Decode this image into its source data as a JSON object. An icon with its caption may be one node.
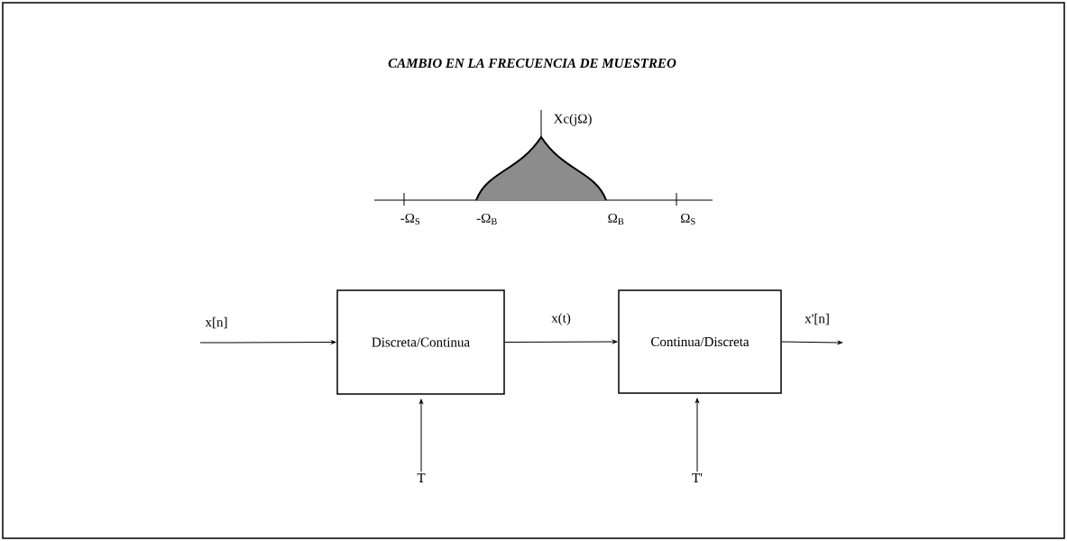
{
  "diagram": {
    "title": "CAMBIO EN LA FRECUENCIA DE MUESTREO",
    "nodes": [
      {
        "text": [
          "Discreta/Continua"
        ]
      },
      {
        "text": [
          "Continua/Discreta"
        ]
      },
      {
        "text": [
          "T"
        ]
      },
      {
        "text": [
          "T'"
        ]
      }
    ],
    "edges": [
      {
        "from": null,
        "to": 0,
        "arrow": "to",
        "label": "x[n]"
      },
      {
        "from": 0,
        "to": 1,
        "arrow": "to",
        "label": "x(t)"
      },
      {
        "from": 1,
        "to": null,
        "arrow": "to",
        "label": "x'[n]"
      },
      {
        "from": 2,
        "to": 0,
        "arrow": "to"
      },
      {
        "from": 3,
        "to": 1,
        "arrow": "to"
      }
    ],
    "labels": [
      "Xc(jΩ)",
      "-Ω$_{S}$",
      "-Ω$_{B}$",
      "Ω$_{B}$",
      "Ω$_{S}$"
    ]
  }
}
